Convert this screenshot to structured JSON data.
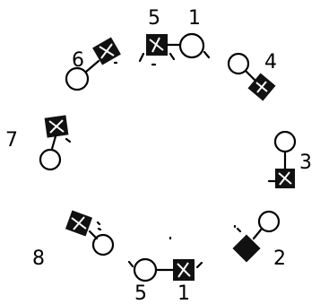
{
  "diagram": {
    "pairs": [
      {
        "id": "top",
        "labels": [
          "5",
          "1"
        ]
      },
      {
        "id": "upper-right",
        "labels": [
          "4"
        ]
      },
      {
        "id": "right",
        "labels": [
          "3"
        ]
      },
      {
        "id": "lower-right",
        "labels": [
          "2"
        ]
      },
      {
        "id": "bottom",
        "labels": [
          "5",
          "1"
        ]
      },
      {
        "id": "lower-left",
        "labels": [
          "8"
        ]
      },
      {
        "id": "left",
        "labels": [
          "7"
        ]
      },
      {
        "id": "upper-left",
        "labels": [
          "6"
        ]
      }
    ]
  }
}
